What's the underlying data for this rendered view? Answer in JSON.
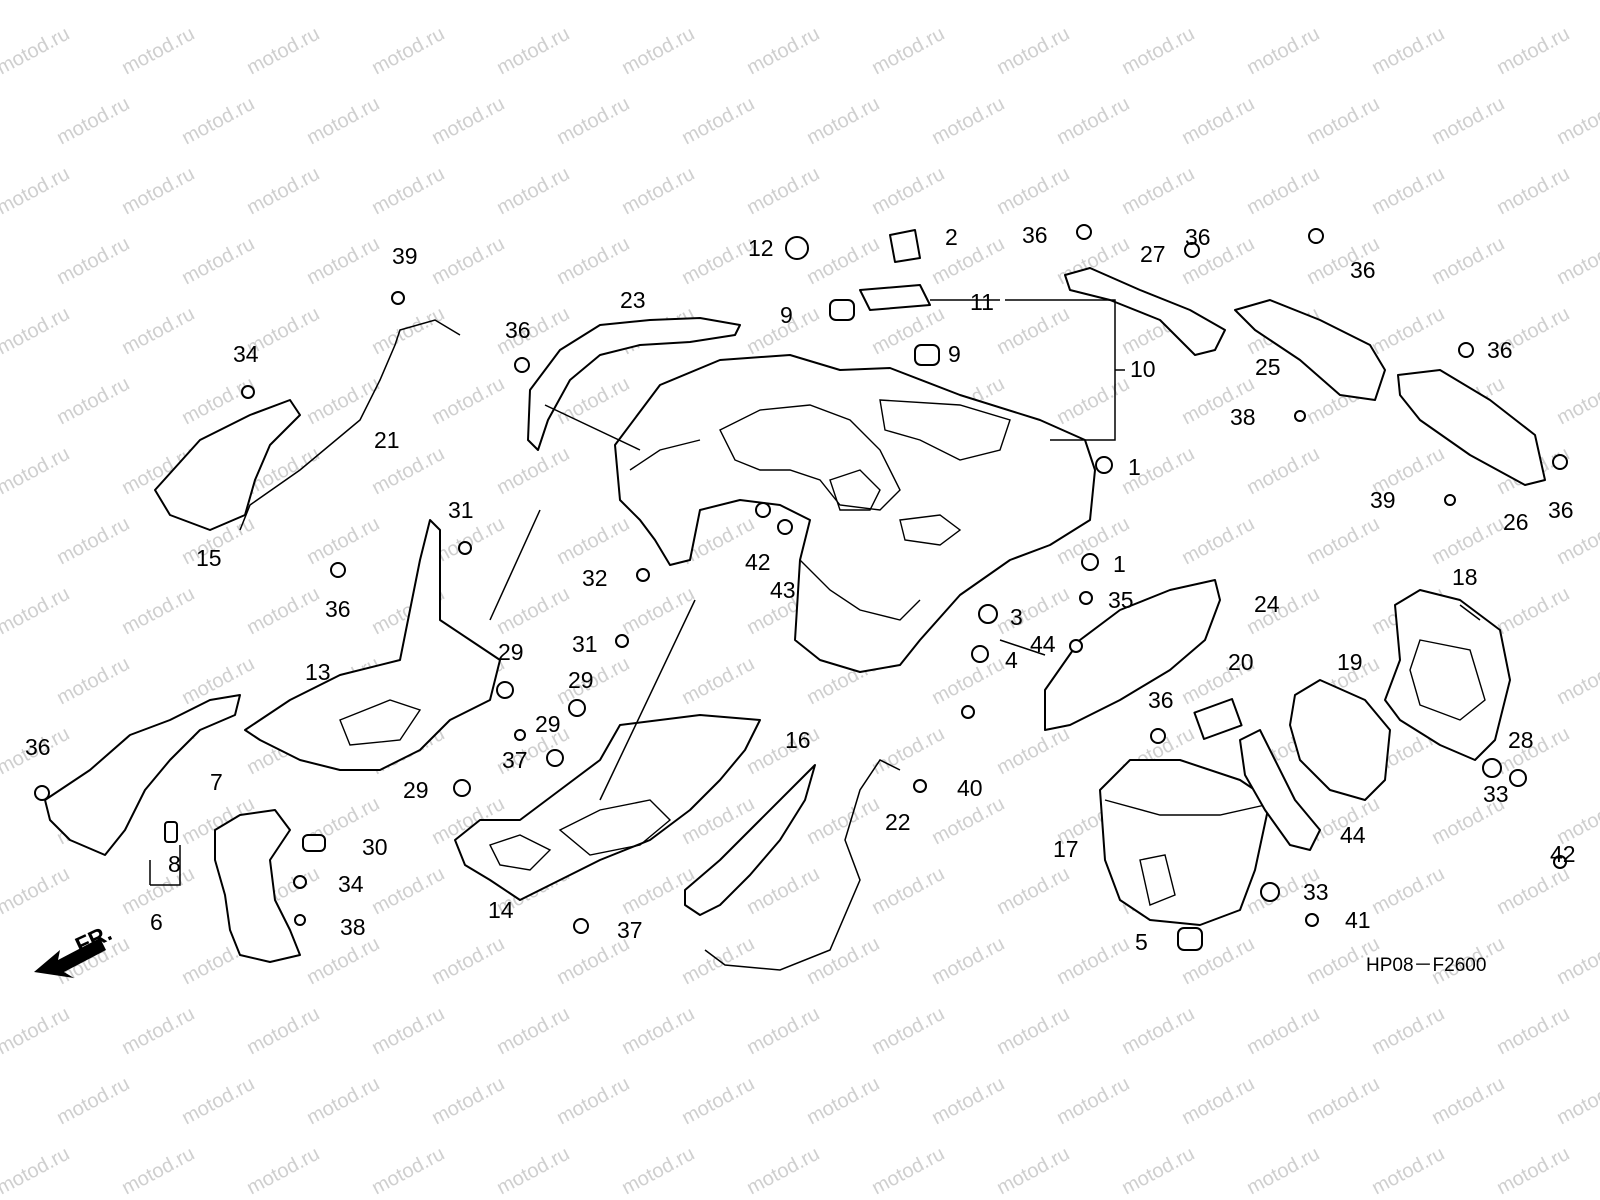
{
  "watermark_text": "motod.ru",
  "figure_code": "HP08－F2600",
  "direction_label": "FR.",
  "callouts": [
    "1",
    "1",
    "2",
    "3",
    "4",
    "5",
    "6",
    "7",
    "8",
    "9",
    "9",
    "10",
    "11",
    "12",
    "13",
    "14",
    "15",
    "16",
    "17",
    "18",
    "19",
    "20",
    "21",
    "22",
    "23",
    "24",
    "25",
    "26",
    "27",
    "28",
    "29",
    "29",
    "29",
    "29",
    "30",
    "31",
    "31",
    "32",
    "33",
    "33",
    "34",
    "34",
    "35",
    "36",
    "36",
    "36",
    "36",
    "36",
    "36",
    "36",
    "36",
    "36",
    "37",
    "37",
    "38",
    "38",
    "39",
    "39",
    "40",
    "41",
    "42",
    "42",
    "43",
    "44",
    "44"
  ]
}
